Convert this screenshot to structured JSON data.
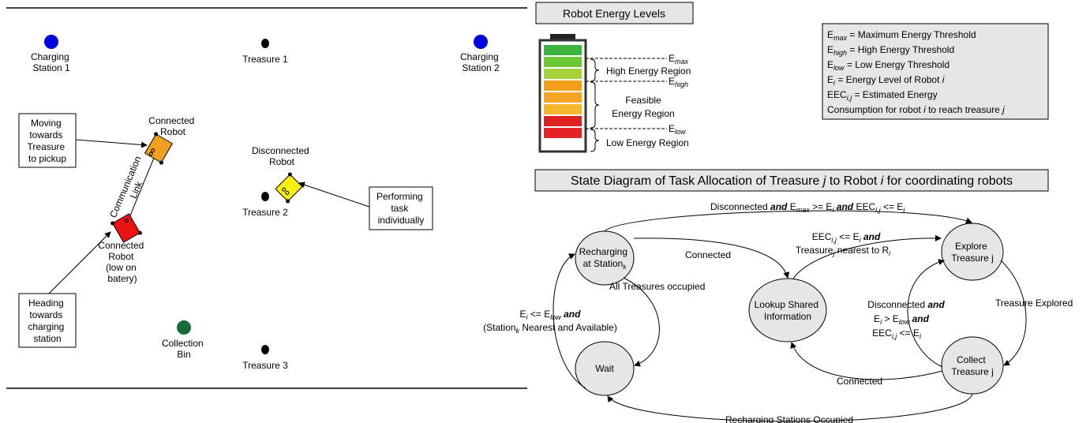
{
  "arena": {
    "charging_station_1": [
      "Charging",
      "Station 1"
    ],
    "charging_station_2": [
      "Charging",
      "Station 2"
    ],
    "treasure_1": "Treasure 1",
    "treasure_2": "Treasure 2",
    "treasure_3": "Treasure 3",
    "collection_bin": [
      "Collection",
      "Bin"
    ],
    "connected_robot_top": [
      "Connected",
      "Robot"
    ],
    "connected_robot_bottom": [
      "Connected",
      "Robot",
      "(low on",
      "batery)"
    ],
    "disconnected_robot": [
      "Disconnected",
      "Robot"
    ],
    "communication_link": [
      "Communication",
      "Link"
    ],
    "callout_moving": [
      "Moving",
      "towards",
      "Treasure",
      "to pickup"
    ],
    "callout_heading": [
      "Heading",
      "towards",
      "charging",
      "station"
    ],
    "callout_performing": [
      "Performing",
      "task",
      "individually"
    ],
    "colors": {
      "charging": "#0000dd",
      "treasure": "#000000",
      "bin": "#1a6b3a",
      "robot_orange": "#f0a020",
      "robot_red": "#ee1111",
      "robot_yellow": "#f6ef10"
    }
  },
  "energy": {
    "title": "Robot Energy Levels",
    "levels": [
      "Emax",
      "High Energy Region",
      "Ehigh",
      "Feasible",
      "Energy Region",
      "Elow",
      "Low Energy Region"
    ],
    "cell_colors": [
      "#3cb43c",
      "#6cc832",
      "#a6d23a",
      "#f2a019",
      "#f5a524",
      "#f5b82d",
      "#e02020",
      "#e52525"
    ]
  },
  "legend": {
    "lines": [
      "Emax = Maximum Energy Threshold",
      "Ehigh = High Energy Threshold",
      "Elow = Low Energy Threshold",
      "Ei = Energy Level of Robot i",
      "EECi,j = Estimated Energy",
      "Consumption for robot i to reach treasure j"
    ]
  },
  "state_diagram": {
    "title": "State Diagram of Task Allocation of Treasure j to Robot i for coordinating robots",
    "states": {
      "recharging": [
        "Recharging",
        "at Stationk"
      ],
      "lookup": [
        "Lookup Shared",
        "Information"
      ],
      "explore": [
        "Explore",
        "Treasure j"
      ],
      "collect": [
        "Collect",
        "Treasure j"
      ],
      "wait": "Wait"
    },
    "edges": {
      "top": "Disconnected and Emax >= Ei and EECi,j <= Ei",
      "connected_top": "Connected",
      "eec_cond": [
        "EECi,j <= Ei and",
        "Treasurej nearest to Ri"
      ],
      "all_occupied": "All Treasures occupied",
      "to_recharge": [
        "Ei <= Elow and",
        "(Stationk Nearest and Available)"
      ],
      "treasure_explored": "Treasure Explored",
      "disconnected_cond": [
        "Disconnected and",
        "Ei > Elow and",
        "EECi,j <= Ei"
      ],
      "connected_bottom": "Connected",
      "stations_occupied": "Recharging Stations Occupied"
    }
  }
}
